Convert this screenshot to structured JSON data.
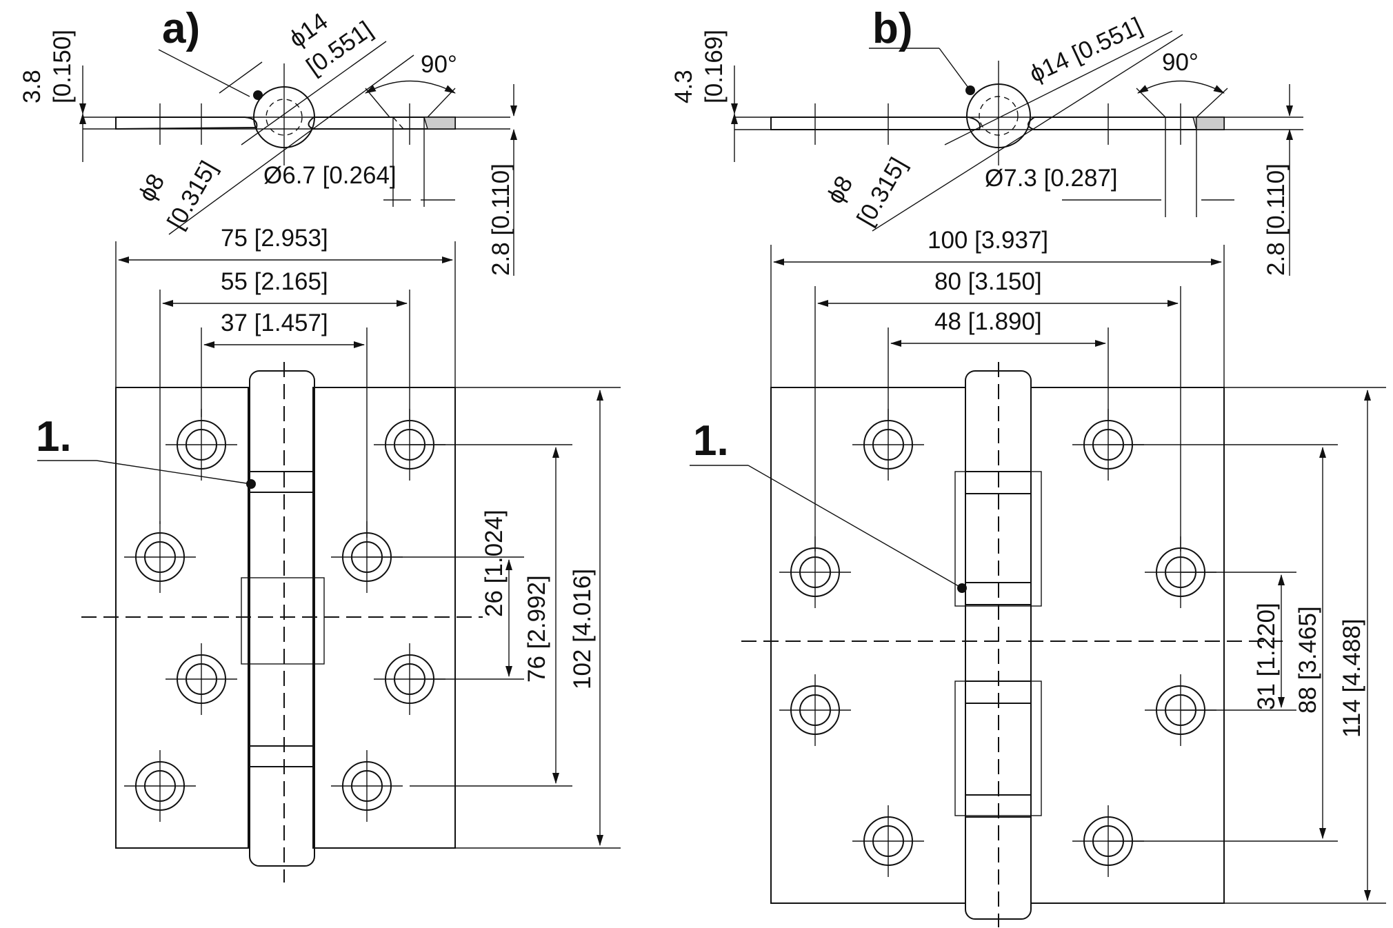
{
  "drawings": {
    "a": {
      "label": "a)",
      "item_marker": "1.",
      "dims": {
        "pin_diameter": "ϕ14",
        "pin_diameter_inch": "[0.551]",
        "countersink_angle": "90°",
        "leaf_thickness_total": "3.8",
        "leaf_thickness_total_inch": "[0.150]",
        "plate_thickness": "2.8 [0.110]",
        "knuckle_diameter": "ϕ8",
        "knuckle_diameter_inch": "[0.315]",
        "hole_diameter": "Ø6.7 [0.264]",
        "overall_width": "75 [2.953]",
        "hole_span_outer": "55 [2.165]",
        "hole_span_inner": "37 [1.457]",
        "hole_offset": "26 [1.024]",
        "hole_pitch": "76 [2.992]",
        "overall_height": "102 [4.016]"
      }
    },
    "b": {
      "label": "b)",
      "item_marker": "1.",
      "dims": {
        "pin_diameter": "ϕ14 [0.551]",
        "countersink_angle": "90°",
        "leaf_thickness_total": "4.3",
        "leaf_thickness_total_inch": "[0.169]",
        "plate_thickness": "2.8 [0.110]",
        "knuckle_diameter": "ϕ8",
        "knuckle_diameter_inch": "[0.315]",
        "hole_diameter": "Ø7.3 [0.287]",
        "overall_width": "100 [3.937]",
        "hole_span_outer": "80 [3.150]",
        "hole_span_inner": "48 [1.890]",
        "hole_offset": "31 [1.220]",
        "hole_pitch": "88 [3.465]",
        "overall_height": "114 [4.488]"
      }
    }
  }
}
